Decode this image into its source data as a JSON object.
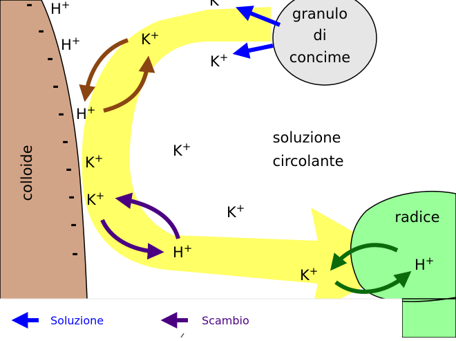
{
  "labels": {
    "colloid": "colloide",
    "granule_line1": "granulo",
    "granule_line2": "di",
    "granule_line3": "concime",
    "solution_line1": "soluzione",
    "solution_line2": "circolante",
    "root": "radice"
  },
  "ions": {
    "h": "H",
    "k": "K",
    "plus": "+"
  },
  "colloid_charge": "-",
  "legend": [
    {
      "label": "Soluzione",
      "color": "#0000ff"
    },
    {
      "label": "Scambio",
      "color": "#4b0082"
    }
  ],
  "colors": {
    "colloid": "#d2a487",
    "flow": "#ffff66",
    "granule": "#e6e6e6",
    "root": "#99ff99",
    "solution_arrow": "#0000ff",
    "exchange_arrow_top": "#8b4513",
    "exchange_arrow_bottom": "#4b0082",
    "root_arrow": "#0b6b0b"
  }
}
